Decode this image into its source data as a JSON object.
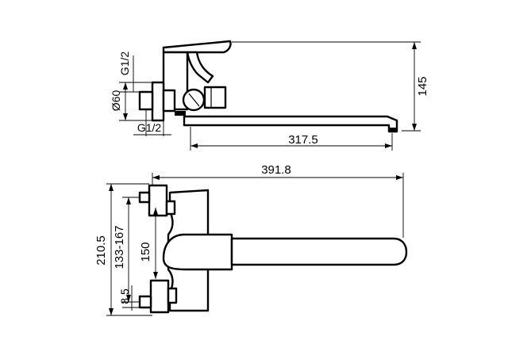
{
  "dimensions": {
    "g12_top": "G1/2",
    "dia60": "Ø60",
    "g12_bottom": "G1/2",
    "h145": "145",
    "len3175": "317.5",
    "len3918": "391.8",
    "h2105": "210.5",
    "range133_167": "133-167",
    "c150": "150",
    "d85": "8.5"
  }
}
